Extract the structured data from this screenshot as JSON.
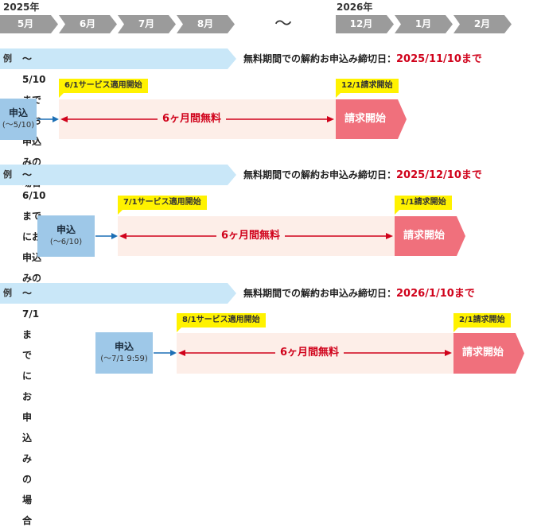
{
  "timeline": {
    "year_start": "2025年",
    "year_end": "2026年",
    "months_left": [
      "5月",
      "6月",
      "7月",
      "8月"
    ],
    "separator": "～",
    "months_right": [
      "12月",
      "1月",
      "2月"
    ]
  },
  "deadline_label": "無料期間での解約お申込み締切日：",
  "example_label": "例",
  "free_label": "6ヶ月間無料",
  "billing_label": "請求開始",
  "apply_label": "申込",
  "cases": [
    {
      "condition": "～5/10までにお申込みの場合",
      "deadline": "2025/11/10まで",
      "service_start": "6/1サービス適用開始",
      "billing_tag": "12/1請求開始",
      "apply_sub": "(～5/10)"
    },
    {
      "condition": "～6/10までにお申込みの場合",
      "deadline": "2025/12/10まで",
      "service_start": "7/1サービス適用開始",
      "billing_tag": "1/1請求開始",
      "apply_sub": "(～6/10)"
    },
    {
      "condition": "～7/1 までにお申込みの場合",
      "deadline": "2026/1/10まで",
      "service_start": "8/1サービス適用開始",
      "billing_tag": "2/1請求開始",
      "apply_sub": "(～7/1 9:59)"
    }
  ],
  "colors": {
    "timeline_gray": "#9b9b9b",
    "condition_blue": "#c9e7f8",
    "apply_blue": "#9ec8e8",
    "free_bg": "#fdeee8",
    "billing_red": "#f0707c",
    "accent_red": "#d0021b",
    "tag_yellow": "#fff200",
    "arrow_blue": "#1c6fb5"
  }
}
